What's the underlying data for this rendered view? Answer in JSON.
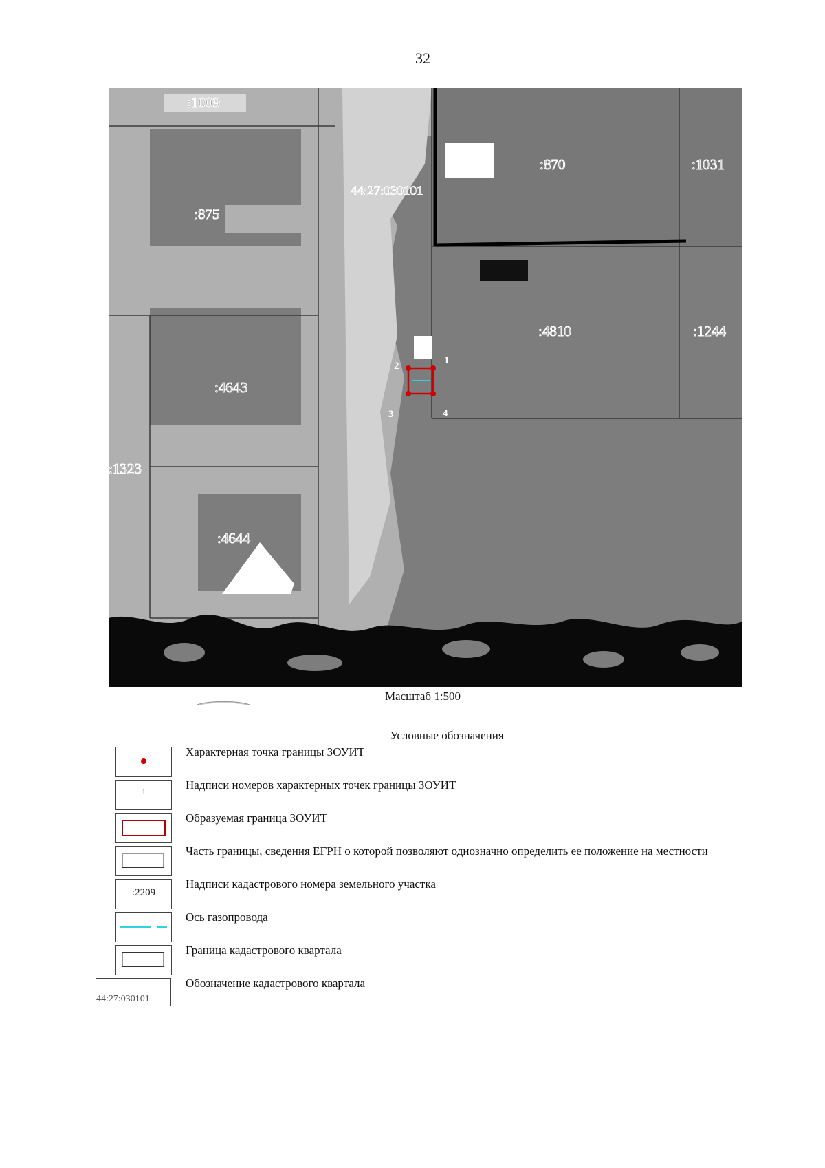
{
  "page_number": "32",
  "map": {
    "parcels": [
      ":1009",
      ":875",
      ":870",
      ":1031",
      ":4810",
      ":1244",
      ":4643",
      ":1323",
      ":4644"
    ],
    "quarter_number": "44:27:030101",
    "points": [
      "1",
      "2",
      "3",
      "4"
    ],
    "colors": {
      "zone_boundary": "#d00000",
      "gas_axis": "#2fd3e0"
    }
  },
  "scale_text": "Масштаб 1:500",
  "legend": {
    "title": "Условные обозначения",
    "items": [
      {
        "icon": "red-point-icon",
        "text": "Характерная точка границы ЗОУИТ"
      },
      {
        "icon": "point-number-icon",
        "sample": "1",
        "text": "Надписи номеров характерных точек границы ЗОУИТ"
      },
      {
        "icon": "red-rectangle-icon",
        "text": "Образуемая граница ЗОУИТ"
      },
      {
        "icon": "gray-rectangle-icon",
        "text": "Часть границы,  сведения  ЕГРН о которой позволяют однозначно определить ее положение на местности"
      },
      {
        "icon": "parcel-number-icon",
        "sample": ":2209",
        "text": "Надписи кадастрового номера земельного участка"
      },
      {
        "icon": "cyan-dash-line-icon",
        "text": "Ось газопровода"
      },
      {
        "icon": "quarter-boundary-icon",
        "text": "Граница кадастрового квартала"
      },
      {
        "icon": "quarter-number-icon",
        "sample": "44:27:030101",
        "text": "Обозначение кадастрового квартала"
      }
    ]
  }
}
